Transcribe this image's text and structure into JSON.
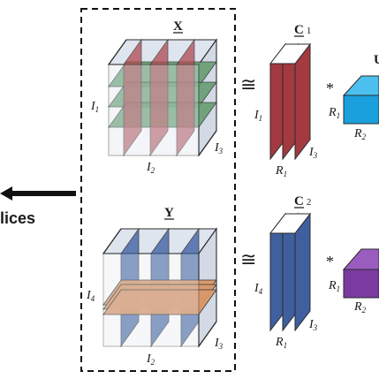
{
  "labels": {
    "tensor_x": "X",
    "tensor_y": "Y",
    "factor_c1": "C",
    "factor_c1_sub": "1",
    "factor_c2": "C",
    "factor_c2_sub": "2",
    "slices_fragment": "lices",
    "approx_symbol": "≅",
    "star_symbol": "*",
    "u_fragment": "U"
  },
  "dimensions": {
    "I1": "I",
    "I1_sub": "1",
    "I2": "I",
    "I2_sub": "2",
    "I3": "I",
    "I3_sub": "3",
    "I4": "I",
    "I4_sub": "4",
    "R1": "R",
    "R1_sub": "1",
    "R2": "R",
    "R2_sub": "2"
  },
  "colors": {
    "cube_face": "#dfe5ee",
    "slice_red": "#b04a52",
    "slice_green": "#5f9a6a",
    "slice_blue": "#4a6aa8",
    "slice_orange": "#d9986a",
    "factor_red": "#a23a40",
    "factor_blue": "#3f5f9e",
    "core_cyan": "#1aa0dc",
    "core_purple": "#7a3aa0"
  }
}
